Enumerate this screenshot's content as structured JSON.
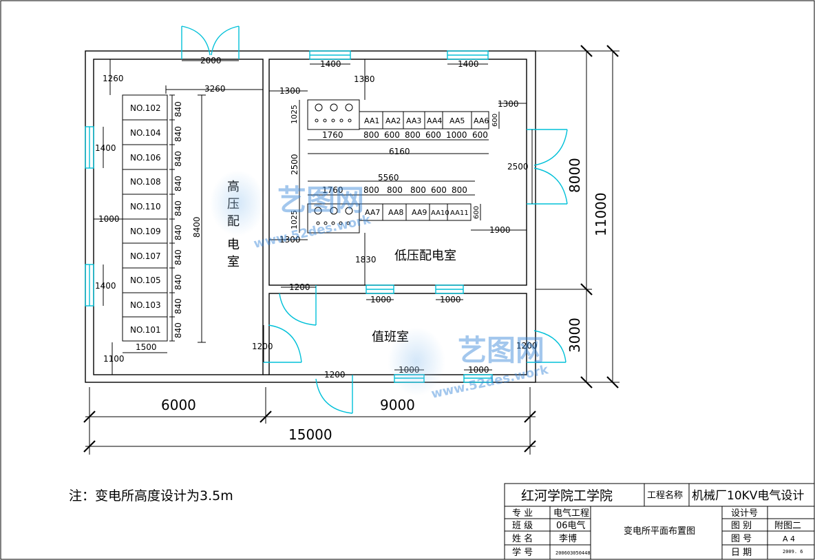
{
  "rooms": {
    "hv_room": [
      "高",
      "压",
      "配",
      "电",
      "室"
    ],
    "lv_room": "低压配电室",
    "duty_room": "值班室"
  },
  "hv_cabinets": [
    "NO.102",
    "NO.104",
    "NO.106",
    "NO.108",
    "NO.110",
    "NO.109",
    "NO.107",
    "NO.105",
    "NO.103",
    "NO.101"
  ],
  "lv_row1_panels": [
    "AA1",
    "AA2",
    "AA3",
    "AA4",
    "AA5",
    "AA6"
  ],
  "lv_row2_panels": [
    "AA7",
    "AA8",
    "AA9",
    "AA10",
    "AA11"
  ],
  "dimensions": {
    "d2000": "2000",
    "d1260": "1260",
    "d3260": "3260",
    "d1400a": "1400",
    "d1400b": "1400",
    "d1000_left": "1000",
    "d8400": "8400",
    "d1500": "1500",
    "d1100": "1100",
    "d840": "840",
    "lv_1400a": "1400",
    "lv_1400b": "1400",
    "d1380": "1380",
    "d1300a": "1300",
    "d1300b": "1300",
    "d1025a": "1025",
    "d1025b": "1025",
    "d2500_left": "2500",
    "d1300_right": "1300",
    "d600_side": "600",
    "d600_side2": "600",
    "row1": [
      "1760",
      "800",
      "600",
      "800",
      "600",
      "1000",
      "600"
    ],
    "d6160": "6160",
    "d5560": "5560",
    "row2": [
      "1760",
      "800",
      "800",
      "800",
      "600",
      "800"
    ],
    "d1900": "1900",
    "d1830": "1830",
    "d2500_door": "2500",
    "d1200_a": "1200",
    "d1000_a": "1000",
    "d1000_b": "1000",
    "d1200_left": "1200",
    "d1200_bottom": "1200",
    "d1000_c": "1000",
    "d1000_d": "1000",
    "d1200_right": "1200",
    "d8000": "8000",
    "d11000": "11000",
    "d3000": "3000",
    "d6000": "6000",
    "d9000": "9000",
    "d15000": "15000"
  },
  "note": "注：变电所高度设计为3.5m",
  "title_block": {
    "school": "红河学院工学院",
    "project_label": "工程名称",
    "project_name": "机械厂10KV电气设计",
    "drawing_title": "变电所平面布置图",
    "rows_left": [
      {
        "label": "专  业",
        "value": "电气工程"
      },
      {
        "label": "班  级",
        "value": "06电气"
      },
      {
        "label": "姓  名",
        "value": "李博"
      },
      {
        "label": "学  号",
        "value": "200603050448"
      }
    ],
    "rows_right": [
      {
        "label": "设计号",
        "value": ""
      },
      {
        "label": "图  别",
        "value": "附图二"
      },
      {
        "label": "图  号",
        "value": "A 4"
      },
      {
        "label": "日  期",
        "value": "2009. 6"
      }
    ]
  },
  "watermark": {
    "brand": "艺图网",
    "url": "www.52des.work"
  },
  "colors": {
    "line": "#000000",
    "window_door": "#00c0d8",
    "watermark": "#2e7fd6"
  }
}
